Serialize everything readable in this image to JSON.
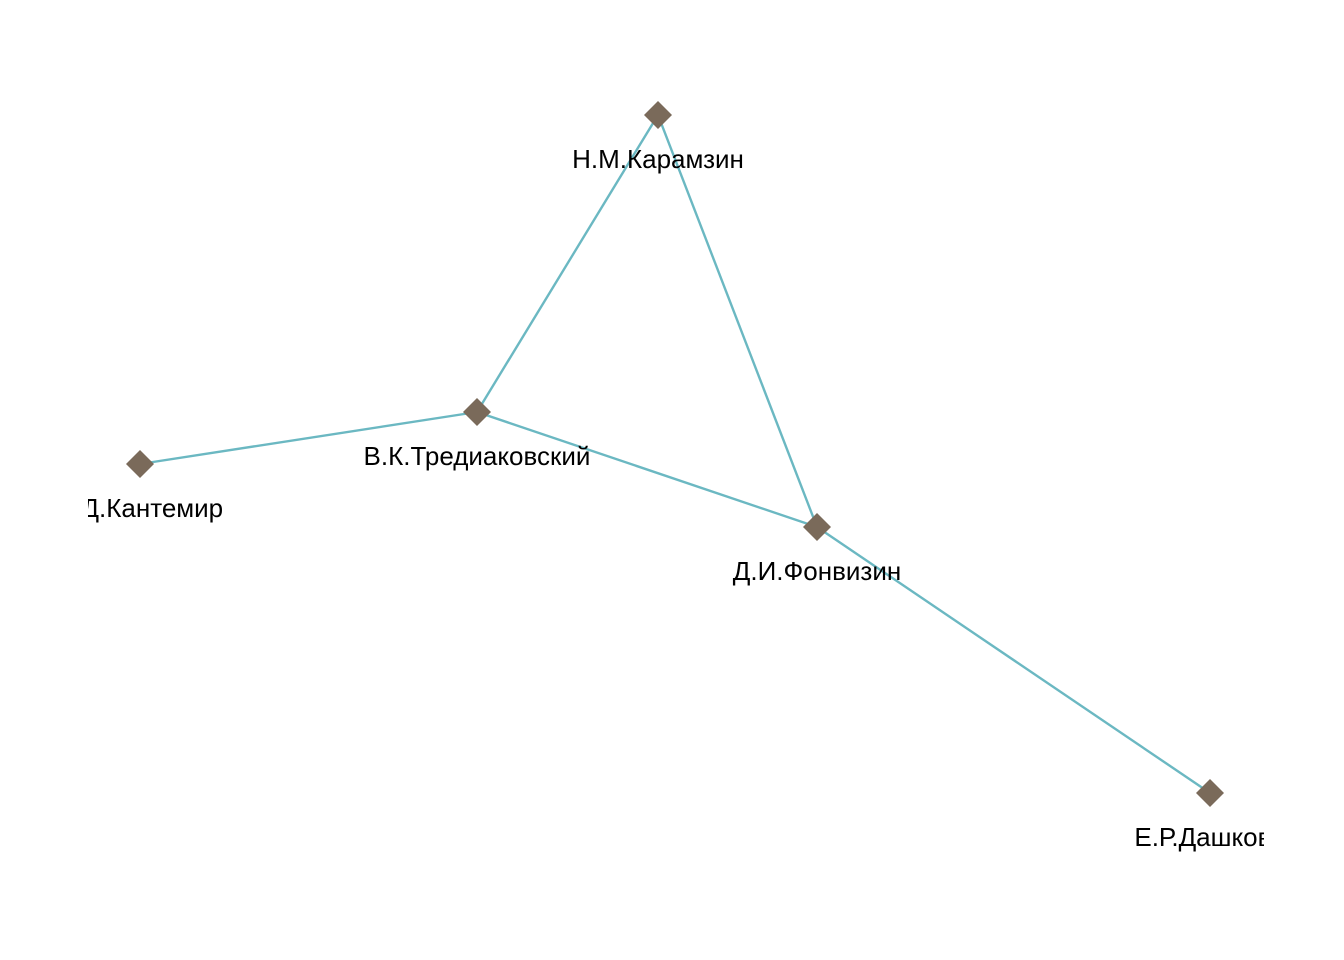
{
  "graph": {
    "edge_color": "#6bb8c2",
    "node_color": "#7a6a5a",
    "node_shape": "diamond",
    "nodes": [
      {
        "id": "karamzin",
        "label": "Н.М.Карамзин"
      },
      {
        "id": "trediakovsky",
        "label": "В.К.Тредиаковский"
      },
      {
        "id": "kantemir",
        "label": "А.Д.Кантемир"
      },
      {
        "id": "fonvizin",
        "label": "Д.И.Фонвизин"
      },
      {
        "id": "dashkova",
        "label": "Е.Р.Дашкова"
      }
    ],
    "edges": [
      {
        "source": "karamzin",
        "target": "trediakovsky"
      },
      {
        "source": "karamzin",
        "target": "fonvizin"
      },
      {
        "source": "trediakovsky",
        "target": "kantemir"
      },
      {
        "source": "trediakovsky",
        "target": "fonvizin"
      },
      {
        "source": "fonvizin",
        "target": "dashkova"
      }
    ]
  }
}
